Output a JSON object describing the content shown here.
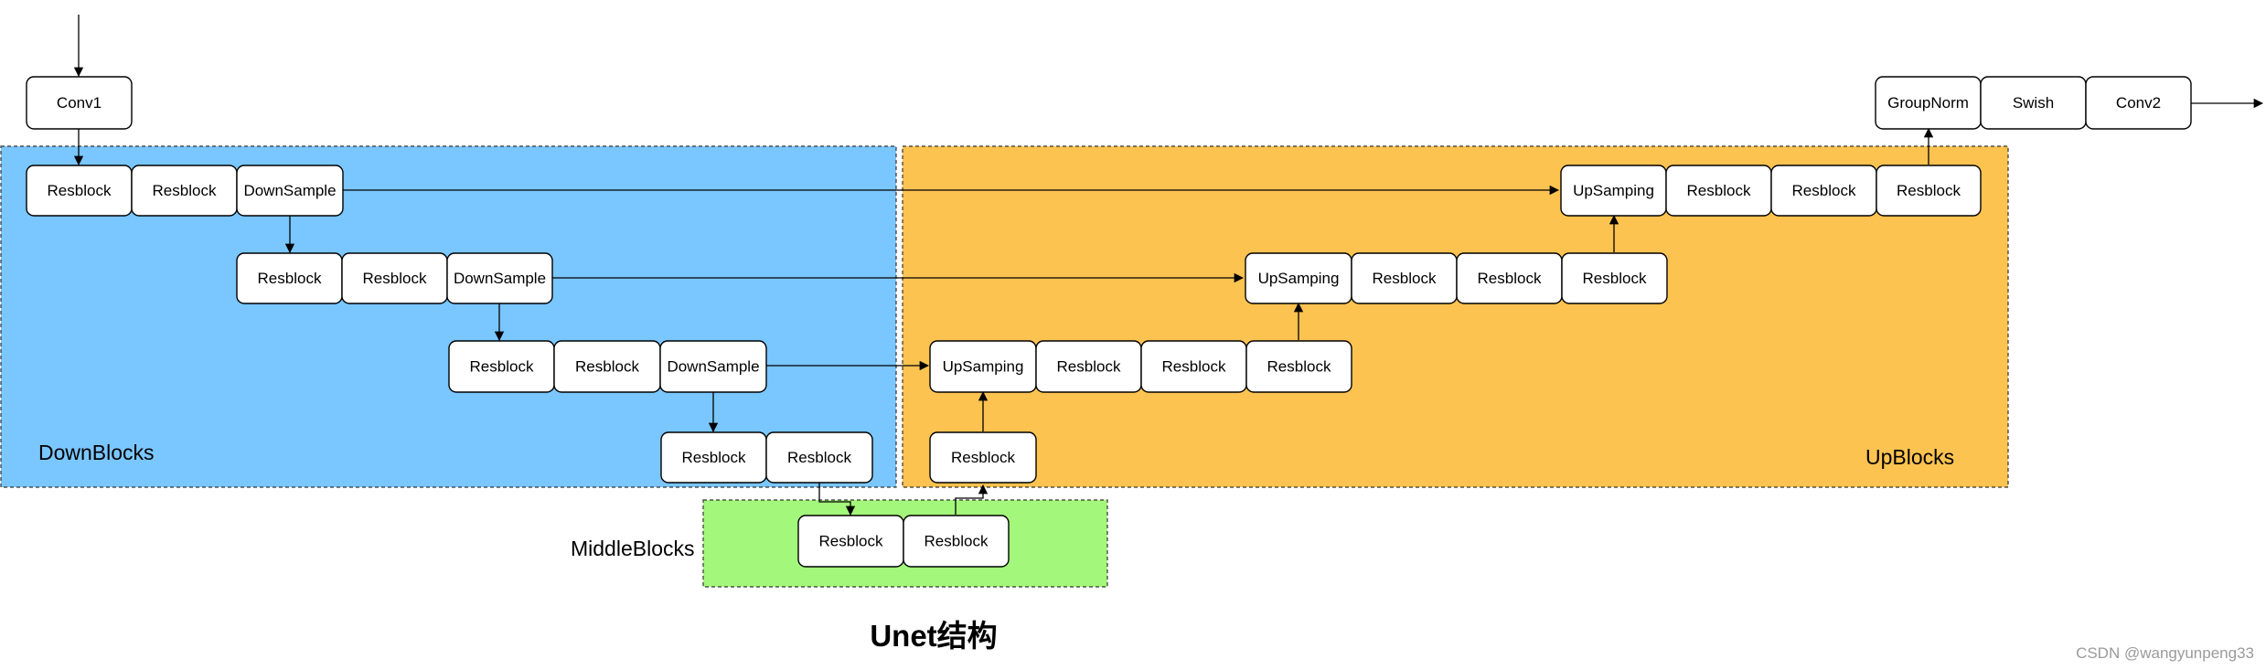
{
  "diagram": {
    "title": "Unet结构",
    "watermark": "CSDN @wangyunpeng33",
    "regions": {
      "down": {
        "label": "DownBlocks",
        "color": "#7ac6ff"
      },
      "up": {
        "label": "UpBlocks",
        "color": "#fdc351"
      },
      "middle": {
        "label": "MiddleBlocks",
        "color": "#a3f77a"
      }
    },
    "blocks": {
      "conv1": "Conv1",
      "d1a": "Resblock",
      "d1b": "Resblock",
      "d1c": "DownSample",
      "d2a": "Resblock",
      "d2b": "Resblock",
      "d2c": "DownSample",
      "d3a": "Resblock",
      "d3b": "Resblock",
      "d3c": "DownSample",
      "d4a": "Resblock",
      "d4b": "Resblock",
      "m1": "Resblock",
      "m2": "Resblock",
      "u0": "Resblock",
      "u1a": "UpSamping",
      "u1b": "Resblock",
      "u1c": "Resblock",
      "u1d": "Resblock",
      "u2a": "UpSamping",
      "u2b": "Resblock",
      "u2c": "Resblock",
      "u2d": "Resblock",
      "u3a": "UpSamping",
      "u3b": "Resblock",
      "u3c": "Resblock",
      "u3d": "Resblock",
      "gn": "GroupNorm",
      "sw": "Swish",
      "conv2": "Conv2"
    }
  }
}
